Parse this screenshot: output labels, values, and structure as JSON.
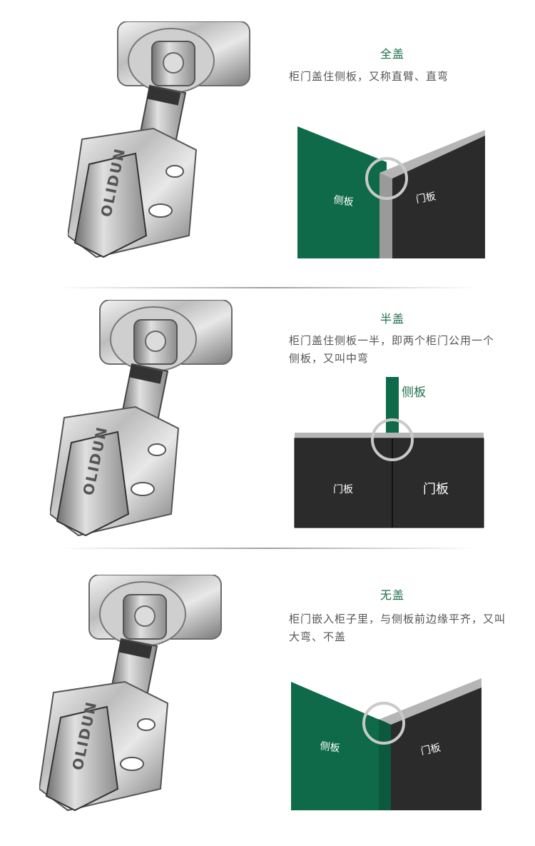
{
  "brand": "OLIDUN",
  "colors": {
    "accent_green": "#1f6f4e",
    "panel_green": "#0e6a48",
    "panel_dark": "#2b2b2b",
    "edge_grey": "#b8b8b8"
  },
  "sections": [
    {
      "title": "全盖",
      "description": "柜门盖住侧板，又称直臂、直弯",
      "labels": {
        "side": "侧板",
        "door": "门板"
      }
    },
    {
      "title": "半盖",
      "description": "柜门盖住侧板一半，即两个柜门公用一个侧板，又叫中弯",
      "labels": {
        "side": "侧板",
        "door_left": "门板",
        "door_right": "门板"
      }
    },
    {
      "title": "无盖",
      "description": "柜门嵌入柜子里，与侧板前边缘平齐，又叫大弯、不盖",
      "labels": {
        "side": "侧板",
        "door": "门板"
      }
    }
  ]
}
